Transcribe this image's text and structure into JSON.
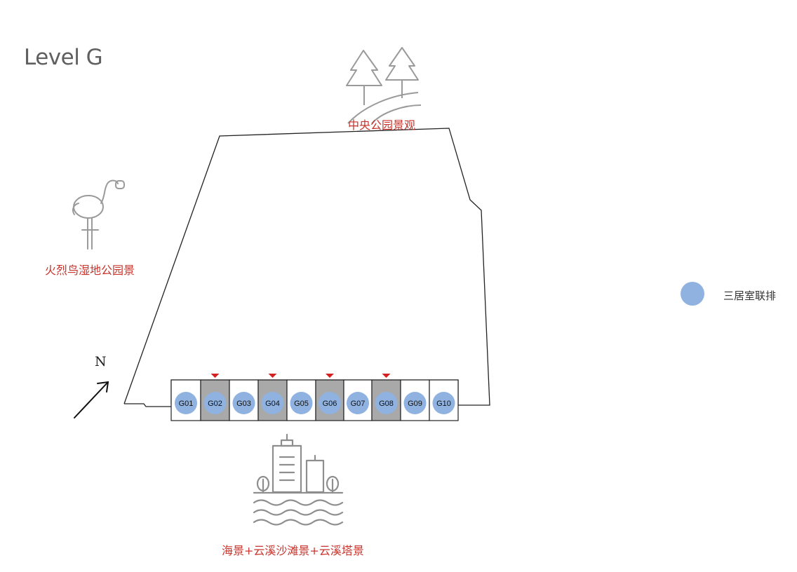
{
  "title": "Level G",
  "views": {
    "north": "中央公园景观",
    "west": "火烈鸟湿地公园景",
    "south": "海景+云溪沙滩景+云溪塔景"
  },
  "compass": {
    "label": "N",
    "icon": "north-arrow-icon"
  },
  "units": [
    {
      "id": "G01",
      "shaded": false,
      "entry_marker": false
    },
    {
      "id": "G02",
      "shaded": true,
      "entry_marker": true
    },
    {
      "id": "G03",
      "shaded": false,
      "entry_marker": false
    },
    {
      "id": "G04",
      "shaded": true,
      "entry_marker": true
    },
    {
      "id": "G05",
      "shaded": false,
      "entry_marker": false
    },
    {
      "id": "G06",
      "shaded": true,
      "entry_marker": true
    },
    {
      "id": "G07",
      "shaded": false,
      "entry_marker": false
    },
    {
      "id": "G08",
      "shaded": true,
      "entry_marker": true
    },
    {
      "id": "G09",
      "shaded": false,
      "entry_marker": false
    },
    {
      "id": "G10",
      "shaded": false,
      "entry_marker": false
    }
  ],
  "legend": [
    {
      "label": "三居室联排",
      "color": "#8fb2e0"
    }
  ],
  "colors": {
    "unit_dot": "#8fb2e0",
    "shaded_unit": "#a9a9a9",
    "marker": "#d42020",
    "view_label": "#c8332b",
    "icon_line": "#9a9a9a"
  }
}
